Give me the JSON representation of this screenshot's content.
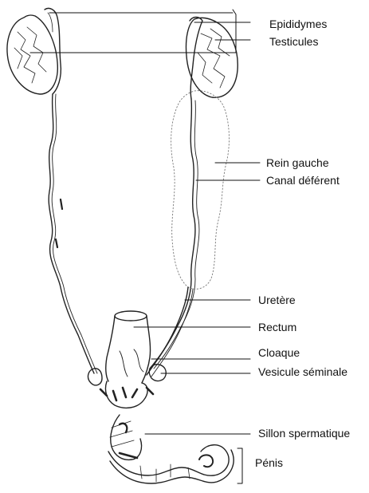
{
  "labels": {
    "epididymes": "Epididymes",
    "testicules": "Testicules",
    "rein_gauche": "Rein gauche",
    "canal_deferent": "Canal déférent",
    "uretere": "Uretère",
    "rectum": "Rectum",
    "cloaque": "Cloaque",
    "vesicule_seminale": "Vesicule séminale",
    "sillon_spermatique": "Sillon spermatique",
    "penis": "Pénis"
  }
}
